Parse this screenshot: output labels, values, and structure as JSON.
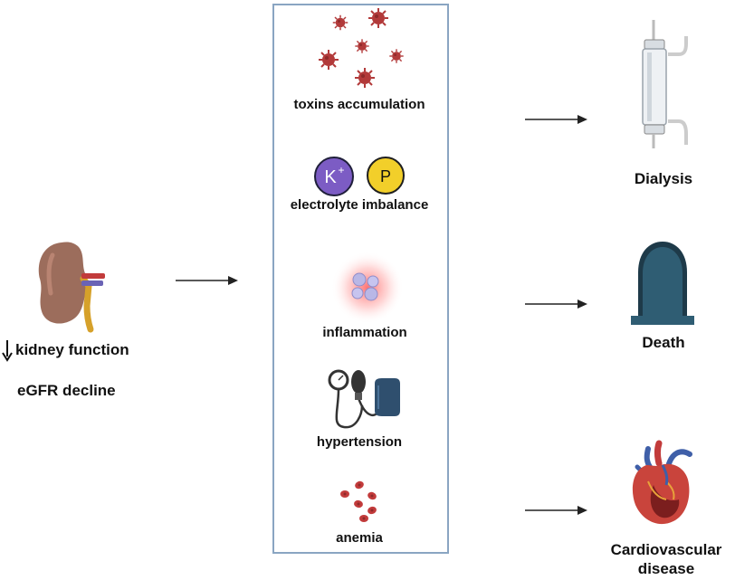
{
  "left": {
    "kidney_function": "kidney function",
    "egfr": "eGFR decline"
  },
  "middle": {
    "items": [
      {
        "label": "toxins accumulation"
      },
      {
        "label": "electrolyte imbalance",
        "k_symbol": "K",
        "k_charge": "+",
        "p_symbol": "P"
      },
      {
        "label": "inflammation"
      },
      {
        "label": "hypertension"
      },
      {
        "label": "anemia"
      }
    ]
  },
  "right": {
    "dialysis": "Dialysis",
    "death": "Death",
    "cardio_line1": "Cardiovascular",
    "cardio_line2": "disease"
  },
  "colors": {
    "virus": "#b23a3a",
    "potassium": "#7c5cc4",
    "phosphorus": "#f2cf2a",
    "tombstone": "#2f5d73",
    "box_border": "#8aa5c2",
    "arrow": "#222222"
  }
}
